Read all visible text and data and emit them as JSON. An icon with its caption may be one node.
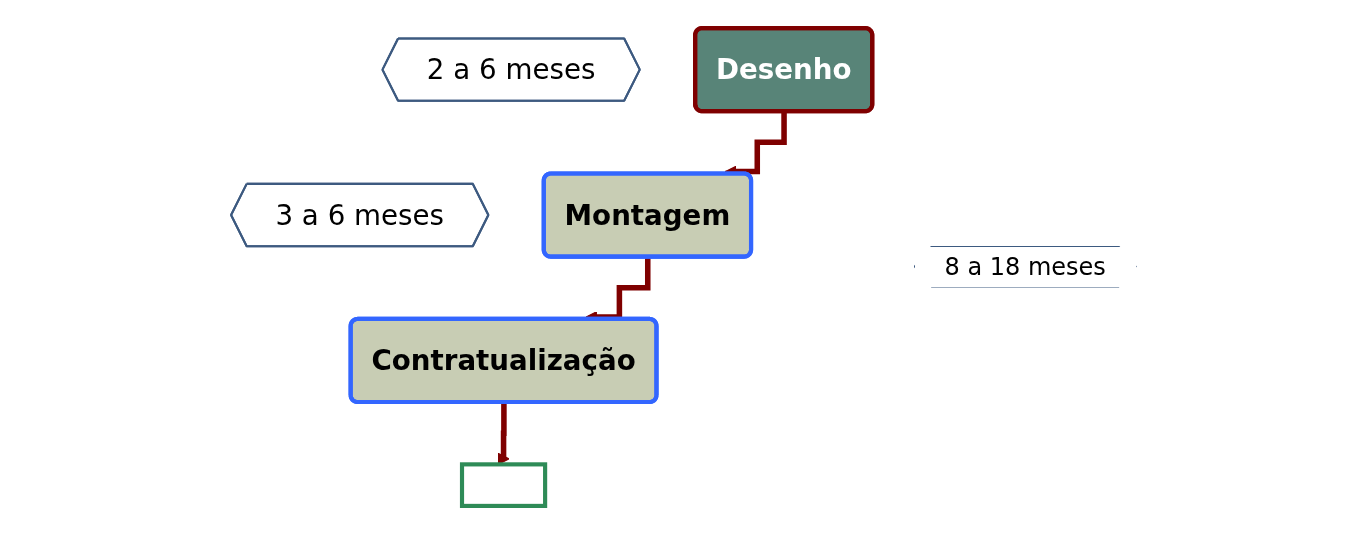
{
  "diagram": {
    "nodes": [
      {
        "text": [
          "Desenho"
        ]
      },
      {
        "text": [
          "Montagem"
        ],
        "beside": [
          "2 a 6 meses"
        ]
      },
      {
        "text": [
          "Contratualização"
        ],
        "beside": [
          "3 a 6 meses"
        ]
      },
      {
        "text": [],
        "shape": "box"
      }
    ],
    "edges": [
      {
        "from": 0,
        "to": 1,
        "arrow": "to"
      },
      {
        "from": 1,
        "to": 2,
        "arrow": "to"
      },
      {
        "from": 2,
        "to": 3,
        "arrow": "to"
      }
    ],
    "labels": [
      "8 a 18 meses"
    ]
  }
}
